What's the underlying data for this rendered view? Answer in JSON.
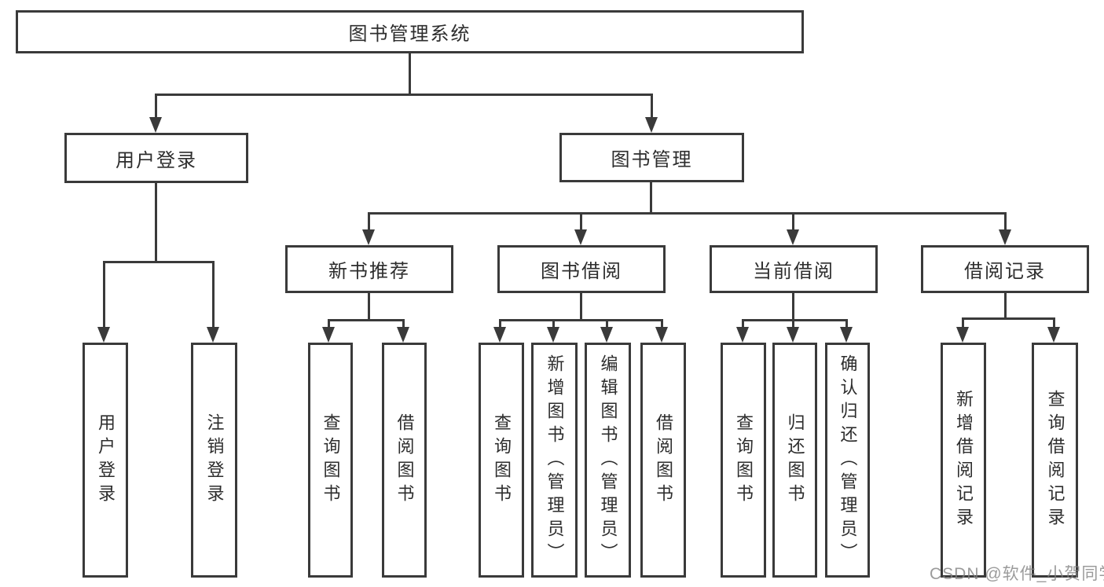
{
  "diagram": {
    "title": "图书管理系统",
    "watermark": "CSDN @软件_小贺同学",
    "colors": {
      "line": "#3a3a3a",
      "text": "#2d2d2d",
      "background": "#ffffff"
    },
    "level2": [
      {
        "label": "用户登录"
      },
      {
        "label": "图书管理"
      }
    ],
    "level3": [
      {
        "label": "新书推荐",
        "parent": "图书管理"
      },
      {
        "label": "图书借阅",
        "parent": "图书管理"
      },
      {
        "label": "当前借阅",
        "parent": "图书管理"
      },
      {
        "label": "借阅记录",
        "parent": "图书管理"
      }
    ],
    "leaves": [
      {
        "label": "用户登录",
        "parent": "用户登录"
      },
      {
        "label": "注销登录",
        "parent": "用户登录"
      },
      {
        "label": "查询图书",
        "parent": "新书推荐"
      },
      {
        "label": "借阅图书",
        "parent": "新书推荐"
      },
      {
        "label": "查询图书",
        "parent": "图书借阅"
      },
      {
        "label": "新增图书（管理员）",
        "parent": "图书借阅"
      },
      {
        "label": "编辑图书（管理员）",
        "parent": "图书借阅"
      },
      {
        "label": "借阅图书",
        "parent": "图书借阅"
      },
      {
        "label": "查询图书",
        "parent": "当前借阅"
      },
      {
        "label": "归还图书",
        "parent": "当前借阅"
      },
      {
        "label": "确认归还（管理员）",
        "parent": "当前借阅"
      },
      {
        "label": "新增借阅记录",
        "parent": "借阅记录"
      },
      {
        "label": "查询借阅记录",
        "parent": "借阅记录"
      }
    ]
  }
}
